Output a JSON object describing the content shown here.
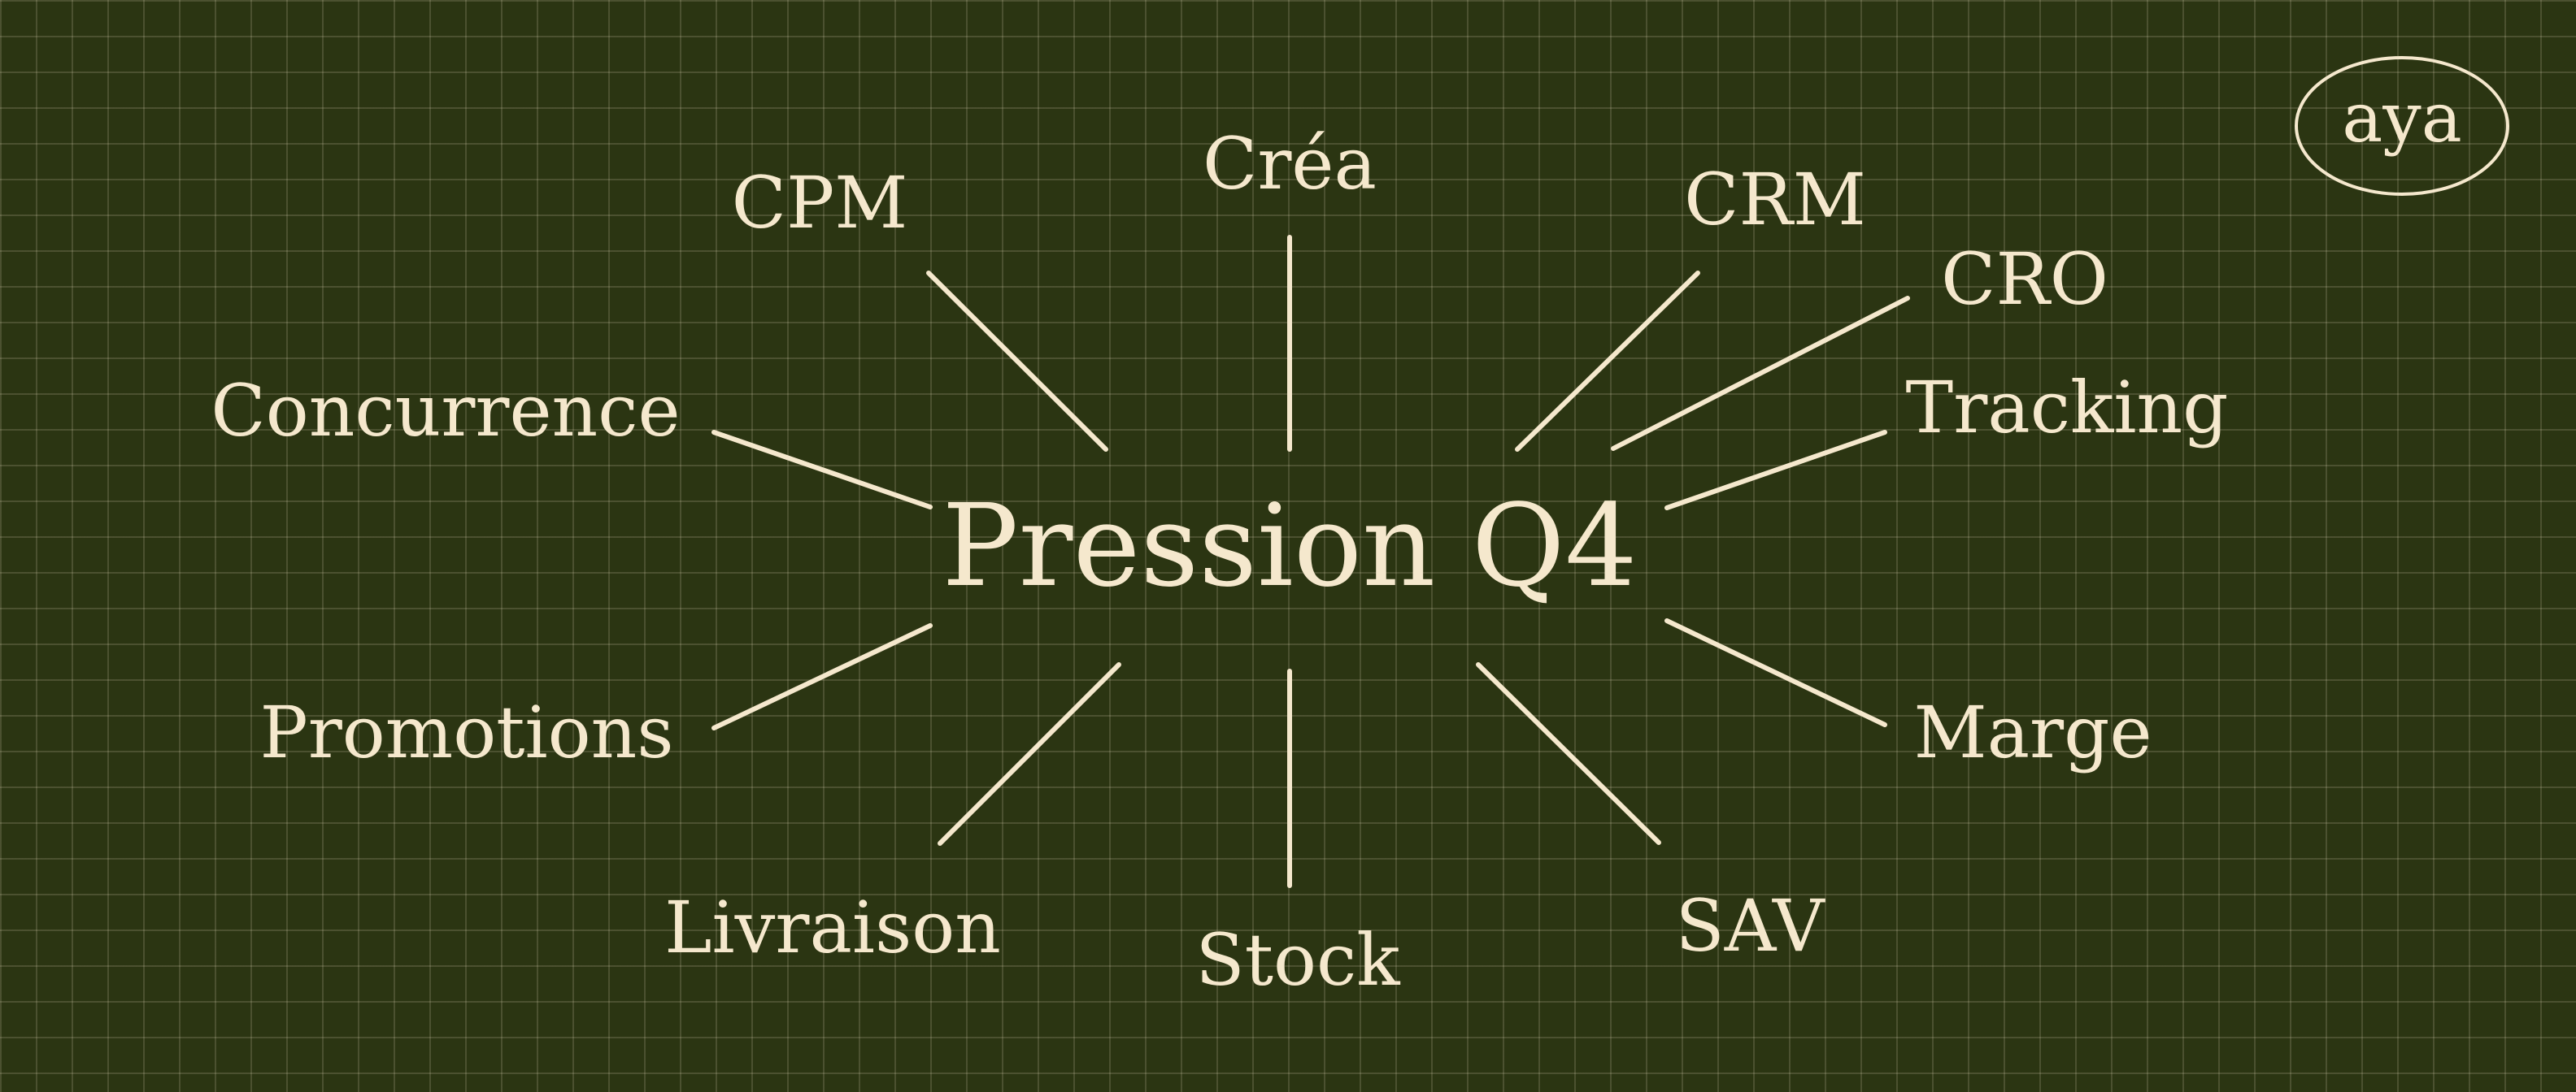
{
  "center": {
    "label": "Pression Q4"
  },
  "nodes": [
    {
      "id": "crea",
      "label": "Créa"
    },
    {
      "id": "crm",
      "label": "CRM"
    },
    {
      "id": "cro",
      "label": "CRO"
    },
    {
      "id": "tracking",
      "label": "Tracking"
    },
    {
      "id": "marge",
      "label": "Marge"
    },
    {
      "id": "sav",
      "label": "SAV"
    },
    {
      "id": "stock",
      "label": "Stock"
    },
    {
      "id": "livraison",
      "label": "Livraison"
    },
    {
      "id": "promotions",
      "label": "Promotions"
    },
    {
      "id": "concurrence",
      "label": "Concurrence"
    },
    {
      "id": "cpm",
      "label": "CPM"
    }
  ],
  "logo": {
    "text": "aya"
  },
  "colors": {
    "background": "#2b3512",
    "ink": "#f5e8cd"
  }
}
